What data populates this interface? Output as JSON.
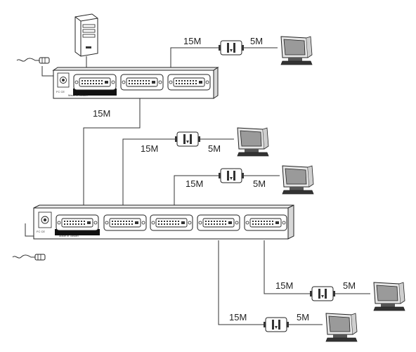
{
  "cables": {
    "long": "15M",
    "short": "5M"
  },
  "splitter_top": {
    "made_in": "Made in Taiwan",
    "cert": "FC CE"
  },
  "splitter_bottom": {
    "made_in": "Made in Taiwan",
    "cert": "FC CE"
  }
}
